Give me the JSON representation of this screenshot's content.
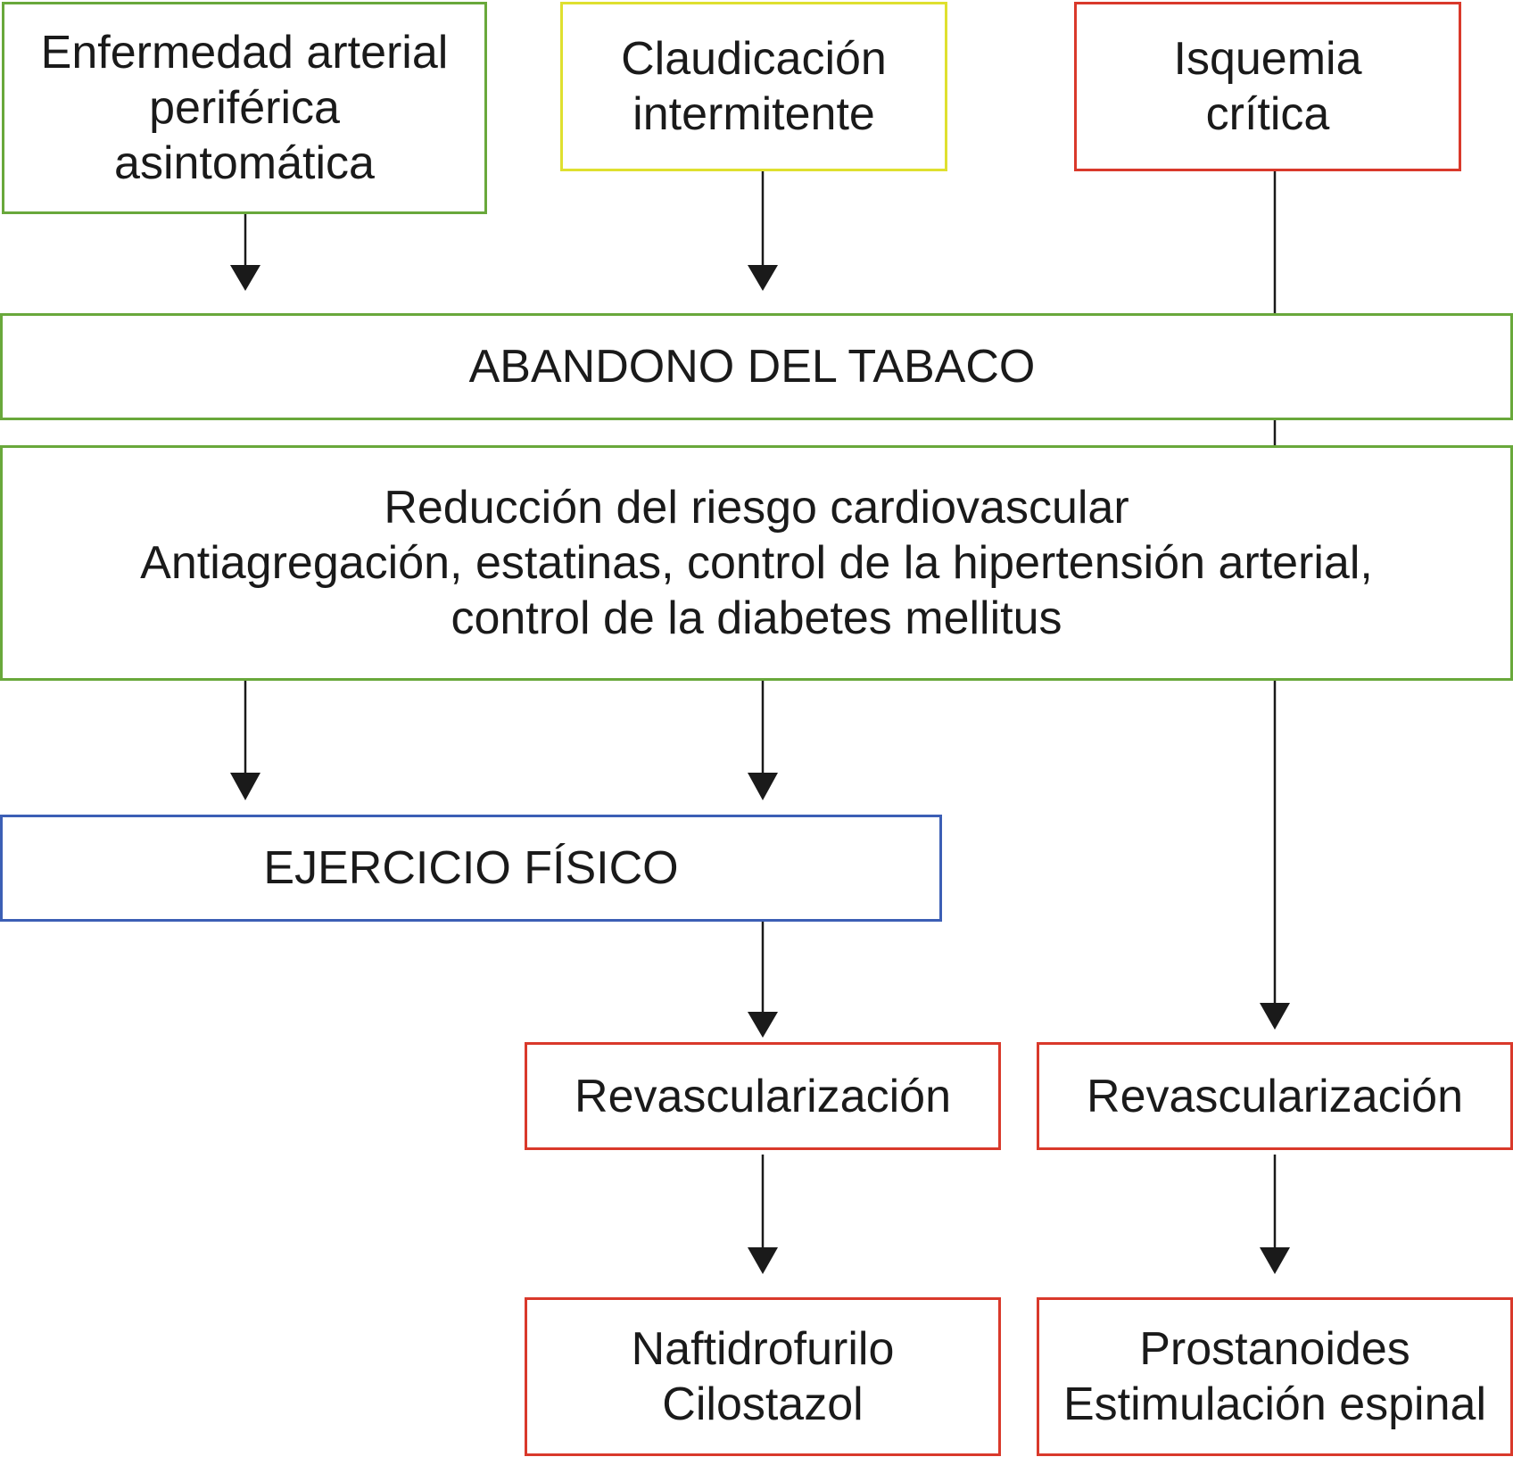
{
  "boxes": {
    "asymptomatic": {
      "lines": [
        "Enfermedad arterial",
        "periférica",
        "asintomática"
      ]
    },
    "claudication": {
      "lines": [
        "Claudicación",
        "intermitente"
      ]
    },
    "critical_ischemia": {
      "lines": [
        "Isquemia",
        "crítica"
      ]
    },
    "smoking": {
      "lines": [
        "ABANDONO DEL TABACO"
      ]
    },
    "risk_reduction": {
      "lines": [
        "Reducción del riesgo cardiovascular",
        "Antiagregación, estatinas, control de la hipertensión arterial,",
        "control de la diabetes mellitus"
      ]
    },
    "exercise": {
      "lines": [
        "EJERCICIO FÍSICO"
      ]
    },
    "revasc_left": {
      "lines": [
        "Revascularización"
      ]
    },
    "revasc_right": {
      "lines": [
        "Revascularización"
      ]
    },
    "drugs_left": {
      "lines": [
        "Naftidrofurilo",
        "Cilostazol"
      ]
    },
    "drugs_right": {
      "lines": [
        "Prostanoides",
        "Estimulación espinal"
      ]
    }
  },
  "colors": {
    "green": "#69a83b",
    "yellow": "#dfe02f",
    "red": "#d9392b",
    "blue": "#3c5fb5",
    "arrow": "#1a1a1a"
  }
}
